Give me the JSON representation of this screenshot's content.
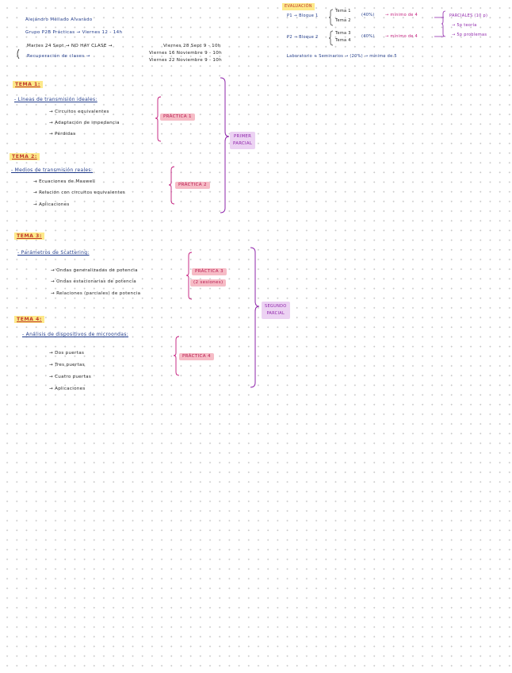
{
  "header": {
    "name": "Alejandro Mellado Alvarado",
    "group": "Grupo P2B Prácticas → Viernes 12 - 14h",
    "note1_left": "Martes 24 Sept → NO HAY CLASE →",
    "note1_right": "Viernes 28 Sept 9 - 10h",
    "note2_left": "Recuperación de clases →",
    "note2_right_a": "Viernes 16 Noviembre 9 - 10h",
    "note2_right_b": "Viernes 22 Noviembre 9 - 10h"
  },
  "evaluation": {
    "title": "EVALUACIÓN",
    "p1": "P1 → Bloque 1",
    "p1_t1": "Tema 1",
    "p1_t2": "Tema 2",
    "p1_pct": "(40%)",
    "p1_min": "→ mínimo de 4",
    "p2": "P2 → Bloque 2",
    "p2_t1": "Tema 3",
    "p2_t2": "Tema 4",
    "p2_pct": "(40%)",
    "p2_min": "→ mínimo de 4",
    "parciales": "PARCIALES (10 p)",
    "ep_teoria": "→ 5p teoría",
    "ep_problemas": "→ 5p problemas",
    "lab": "Laboratorio + Seminarios → (20%) → mínimo de 5"
  },
  "tema1": {
    "title": "TEMA 1:",
    "topic": "- Líneas de transmisión ideales:",
    "items": [
      "→ Circuitos equivalentes",
      "→ Adaptación de impedancia",
      "→ Pérdidas"
    ],
    "practice": "PRÁCTICA 1"
  },
  "tema2": {
    "title": "TEMA 2:",
    "topic": "- Medios de transmisión reales:",
    "items": [
      "→ Ecuaciones de Maxwell",
      "→ Relación con circuitos equivalentes",
      "→ Aplicaciones"
    ],
    "practice": "PRÁCTICA 2"
  },
  "parcial1": {
    "line1": "PRIMER",
    "line2": "PARCIAL"
  },
  "tema3": {
    "title": "TEMA 3:",
    "topic": "- Parámetros de Scattering:",
    "items": [
      "→ Ondas generalizadas de potencia",
      "→ Ondas estacionarias de potencia",
      "→ Relaciones (parciales) de potencia"
    ],
    "practice": "PRÁCTICA 3",
    "practice_note": "(2 sesiones)"
  },
  "tema4": {
    "title": "TEMA 4:",
    "topic": "- Análisis de dispositivos de microondas:",
    "items": [
      "→ Dos puertas",
      "→ Tres puertas",
      "→ Cuatro puertas",
      "→ Aplicaciones"
    ],
    "practice": "PRÁCTICA 4"
  },
  "parcial2": {
    "line1": "SEGUNDO",
    "line2": "PARCIAL"
  }
}
